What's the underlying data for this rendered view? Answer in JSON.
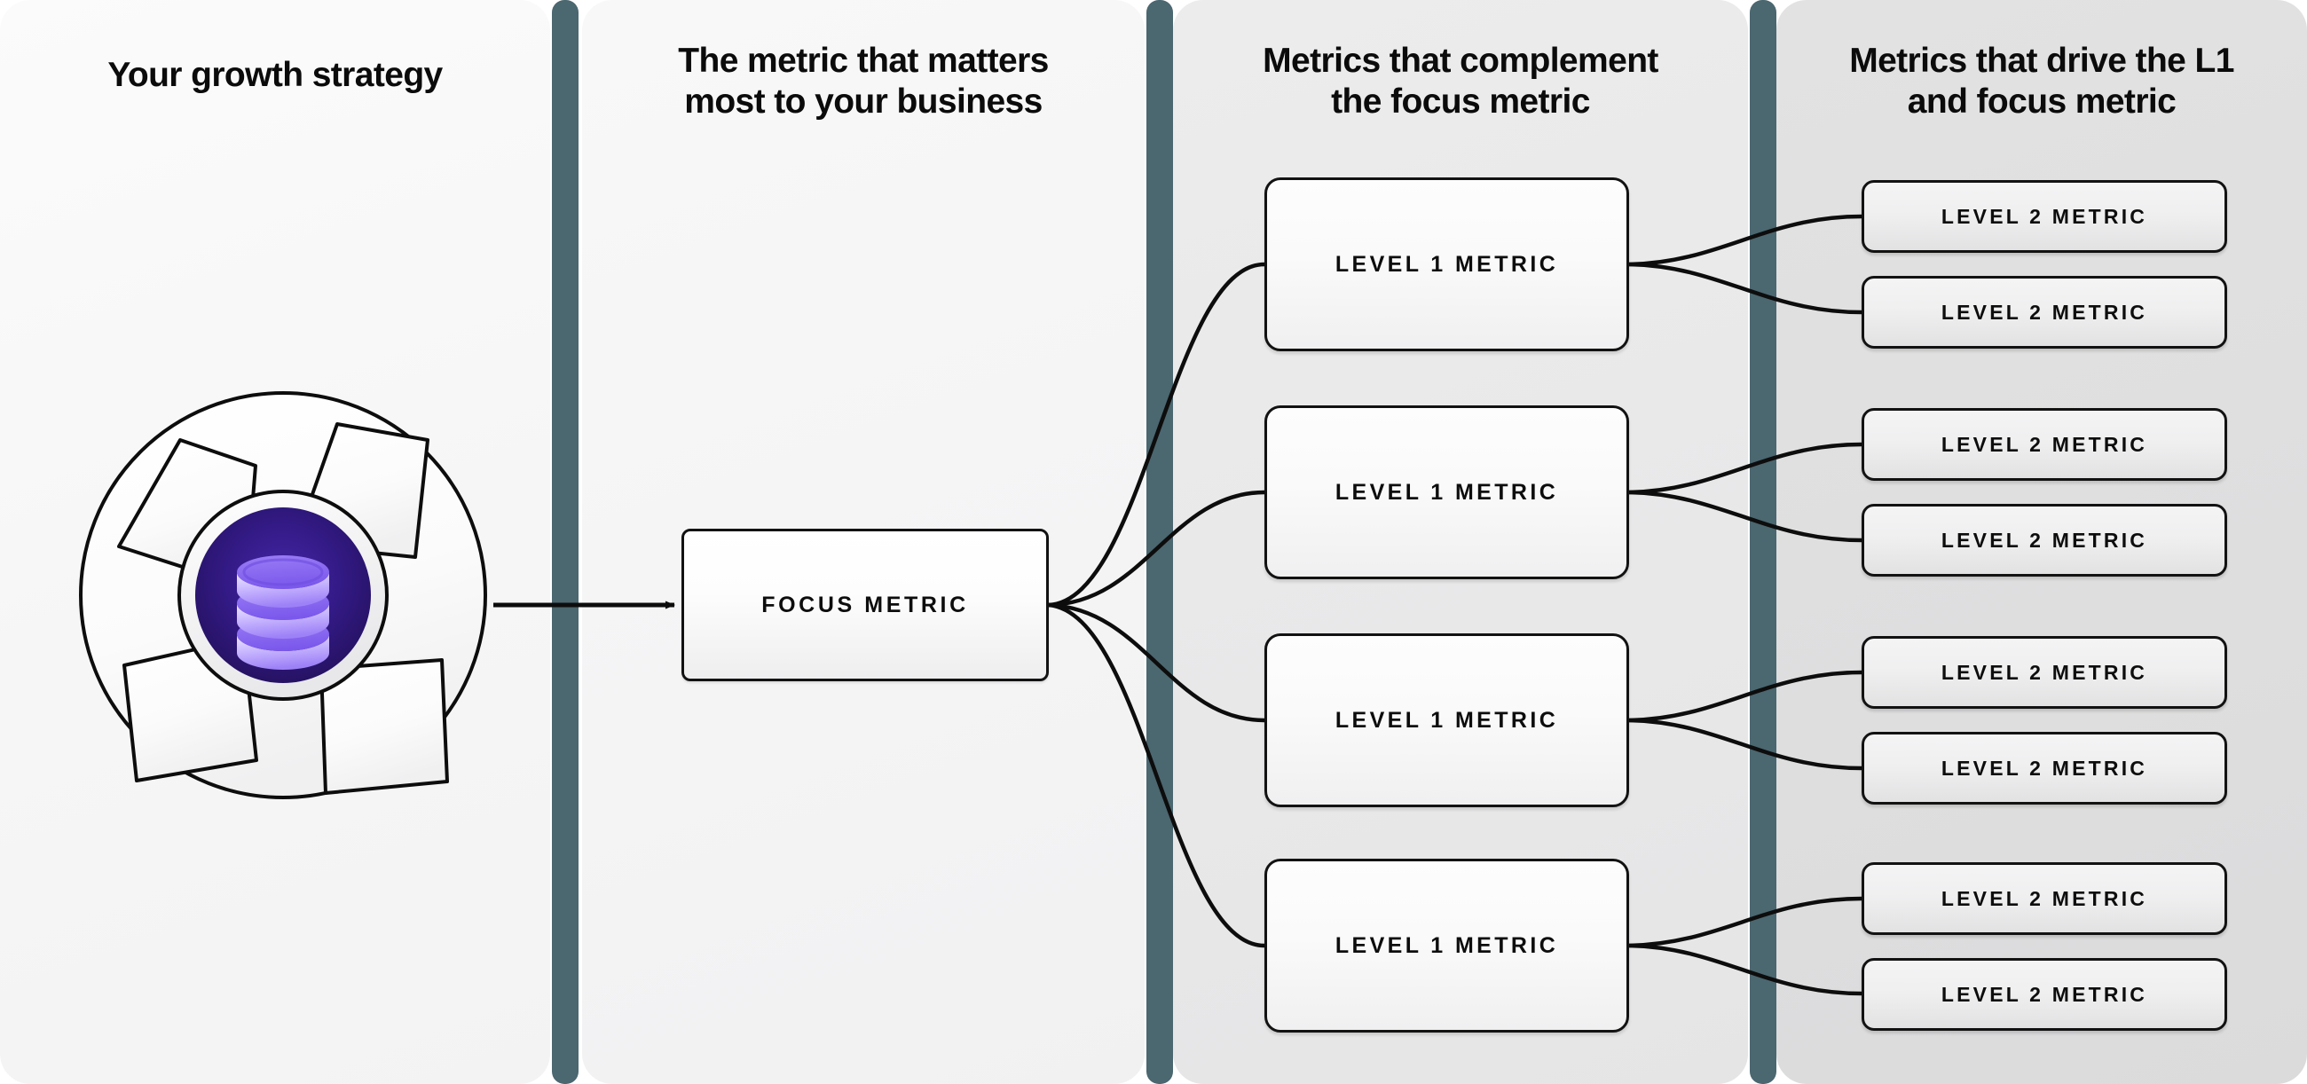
{
  "diagram": {
    "title": "Metrics tree: growth strategy to level 2 metrics",
    "colors": {
      "divider_teal": "#4b6770",
      "node_border": "#121212",
      "orb_outer": "#2a1470",
      "orb_inner": "#3a1f8f",
      "db_icon_light": "#c9b9ff",
      "db_icon_mid": "#8b6cf0",
      "db_icon_dark": "#6f4fe0",
      "panel_1_bg": "#f6f6f6",
      "panel_2_bg": "#f4f4f5",
      "panel_3_bg": "#e8e8e9",
      "panel_4_bg": "#dedede"
    }
  },
  "columns": [
    {
      "id": "col-strategy",
      "header": "Your growth strategy"
    },
    {
      "id": "col-focus",
      "header": "The metric that matters\nmost to your business"
    },
    {
      "id": "col-level1",
      "header": "Metrics that complement\nthe focus metric"
    },
    {
      "id": "col-level2",
      "header": "Metrics that drive the L1\nand focus metric"
    }
  ],
  "strategy": {
    "icon_name": "database-icon",
    "wheel_name": "pinwheel-shutter-graphic",
    "arrow_label": "flows-to"
  },
  "focus_node": {
    "label": "FOCUS METRIC"
  },
  "level1_nodes": [
    {
      "label": "LEVEL 1 METRIC"
    },
    {
      "label": "LEVEL 1 METRIC"
    },
    {
      "label": "LEVEL 1 METRIC"
    },
    {
      "label": "LEVEL 1 METRIC"
    }
  ],
  "level2_nodes": [
    {
      "label": "LEVEL 2 METRIC"
    },
    {
      "label": "LEVEL 2 METRIC"
    },
    {
      "label": "LEVEL 2 METRIC"
    },
    {
      "label": "LEVEL 2 METRIC"
    },
    {
      "label": "LEVEL 2 METRIC"
    },
    {
      "label": "LEVEL 2 METRIC"
    },
    {
      "label": "LEVEL 2 METRIC"
    },
    {
      "label": "LEVEL 2 METRIC"
    }
  ]
}
